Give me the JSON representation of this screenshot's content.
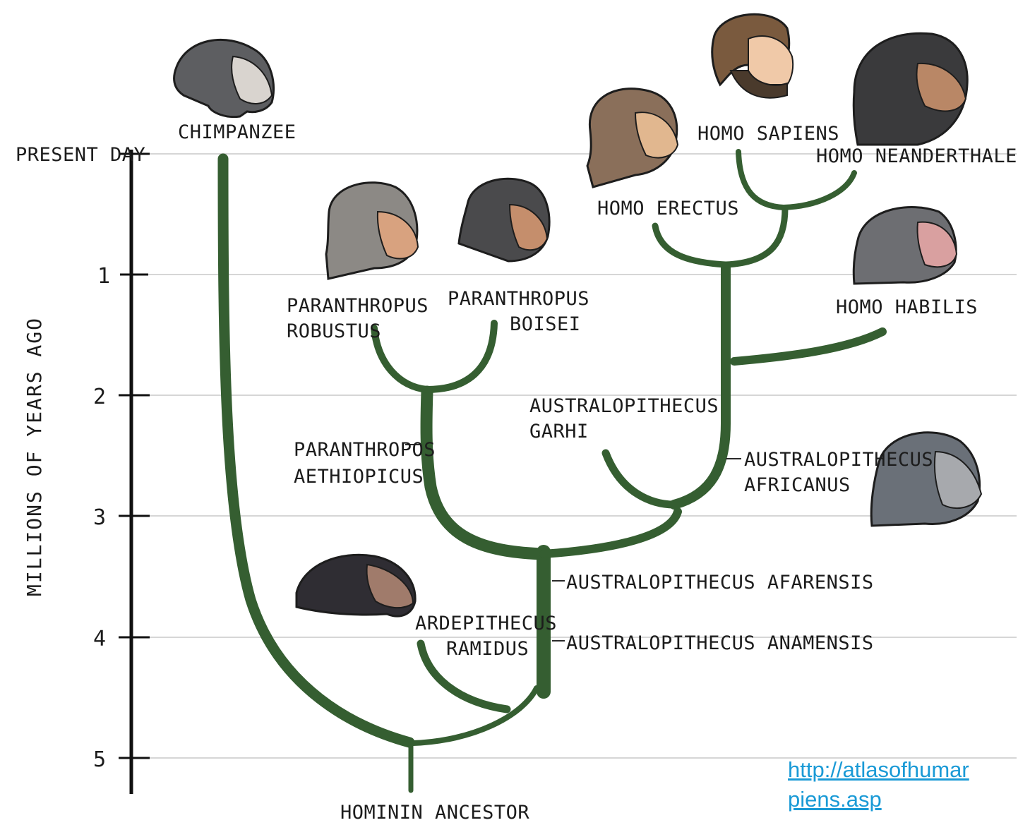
{
  "axis": {
    "title": "MILLIONS OF YEARS AGO",
    "ticks": [
      "PRESENT DAY",
      "1",
      "2",
      "3",
      "4",
      "5"
    ]
  },
  "species": {
    "chimpanzee": "CHIMPANZEE",
    "homo_sapiens": "HOMO SAPIENS",
    "homo_neanderthalensis": "HOMO NEANDERTHALENSIS",
    "homo_erectus": "HOMO ERECTUS",
    "homo_habilis": "HOMO HABILIS",
    "paranthropus_robustus": [
      "PARANTHROPUS",
      "ROBUSTUS"
    ],
    "paranthropus_boisei": [
      "PARANTHROPUS",
      "BOISEI"
    ],
    "australopithecus_garhi": [
      "AUSTRALOPITHECUS",
      "GARHI"
    ],
    "paranthropus_aethiopicus": [
      "PARANTHROPOS",
      "AETHIOPICUS"
    ],
    "australopithecus_africanus": [
      "AUSTRALOPITHECUS",
      "AFRICANUS"
    ],
    "australopithecus_afarensis": "AUSTRALOPITHECUS AFARENSIS",
    "australopithecus_anamensis": "AUSTRALOPITHECUS ANAMENSIS",
    "ardipithecus_ramidus": [
      "ARDEPITHECUS",
      "RAMIDUS"
    ],
    "hominin_ancestor": "HOMININ ANCESTOR"
  },
  "source": {
    "line1": "http://atlasofhumar",
    "line2": "piens.asp"
  },
  "colors": {
    "branch": "#355e31",
    "link": "#1a9ad6"
  }
}
